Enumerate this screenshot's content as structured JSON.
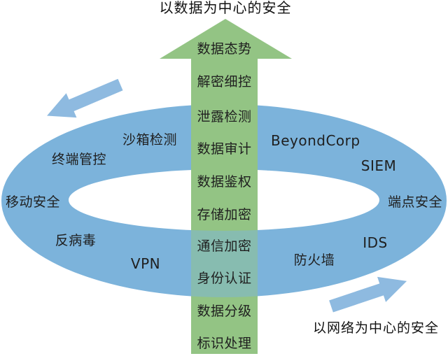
{
  "titles": {
    "top": "以数据为中心的安全",
    "bottom_right": "以网络为中心的安全"
  },
  "arrow_labels": [
    "数据态势",
    "解密细控",
    "泄露检测",
    "数据审计",
    "数据鉴权",
    "存储加密",
    "通信加密",
    "身份认证",
    "数据分级",
    "标识处理"
  ],
  "ring_labels": [
    "沙箱检测",
    "终端管控",
    "移动安全",
    "反病毒",
    "VPN",
    "BeyondCorp",
    "SIEM",
    "端点安全",
    "IDS",
    "防火墙"
  ],
  "icons": {
    "up_arrow": "data-centric-up-arrow",
    "ring": "network-security-ring",
    "rotation_top_left": "rotation-arrow-top-left",
    "rotation_bottom_right": "rotation-arrow-bottom-right"
  },
  "colors": {
    "arrow_green": "#93C484",
    "ring_blue": "#7CB3DB",
    "ring_hole": "#FFFFFF",
    "rotation_arrow_blue": "#8EBAE0",
    "text": "#1F1F1F"
  }
}
